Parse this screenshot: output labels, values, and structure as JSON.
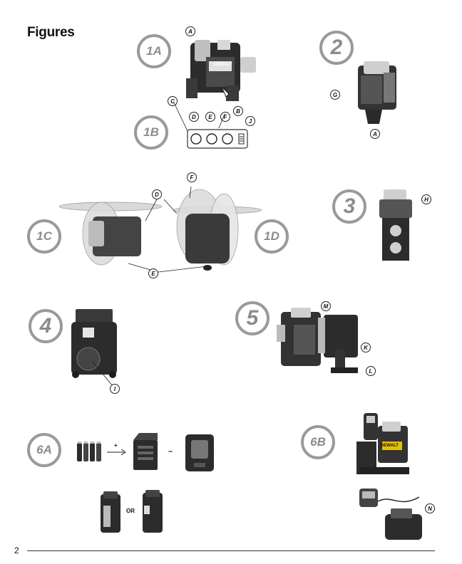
{
  "page": {
    "title": "Figures",
    "page_number": "2"
  },
  "figures": {
    "fig_1a": "1A",
    "fig_1b": "1B",
    "fig_1c": "1C",
    "fig_1d": "1D",
    "fig_2": "2",
    "fig_3": "3",
    "fig_4": "4",
    "fig_5": "5",
    "fig_6a": "6A",
    "fig_6b": "6B"
  },
  "callouts": {
    "a1": "A",
    "a2": "A",
    "b": "B",
    "c": "C",
    "d1": "D",
    "d2": "D",
    "e1": "E",
    "e2": "E",
    "f1": "F",
    "f2": "F",
    "g": "G",
    "h": "H",
    "i": "I",
    "j": "J",
    "k": "K",
    "l": "L",
    "m": "M",
    "n": "N"
  },
  "labels": {
    "brand": "DEWALT",
    "or": "OR",
    "plus": "+",
    "minus": "–"
  }
}
